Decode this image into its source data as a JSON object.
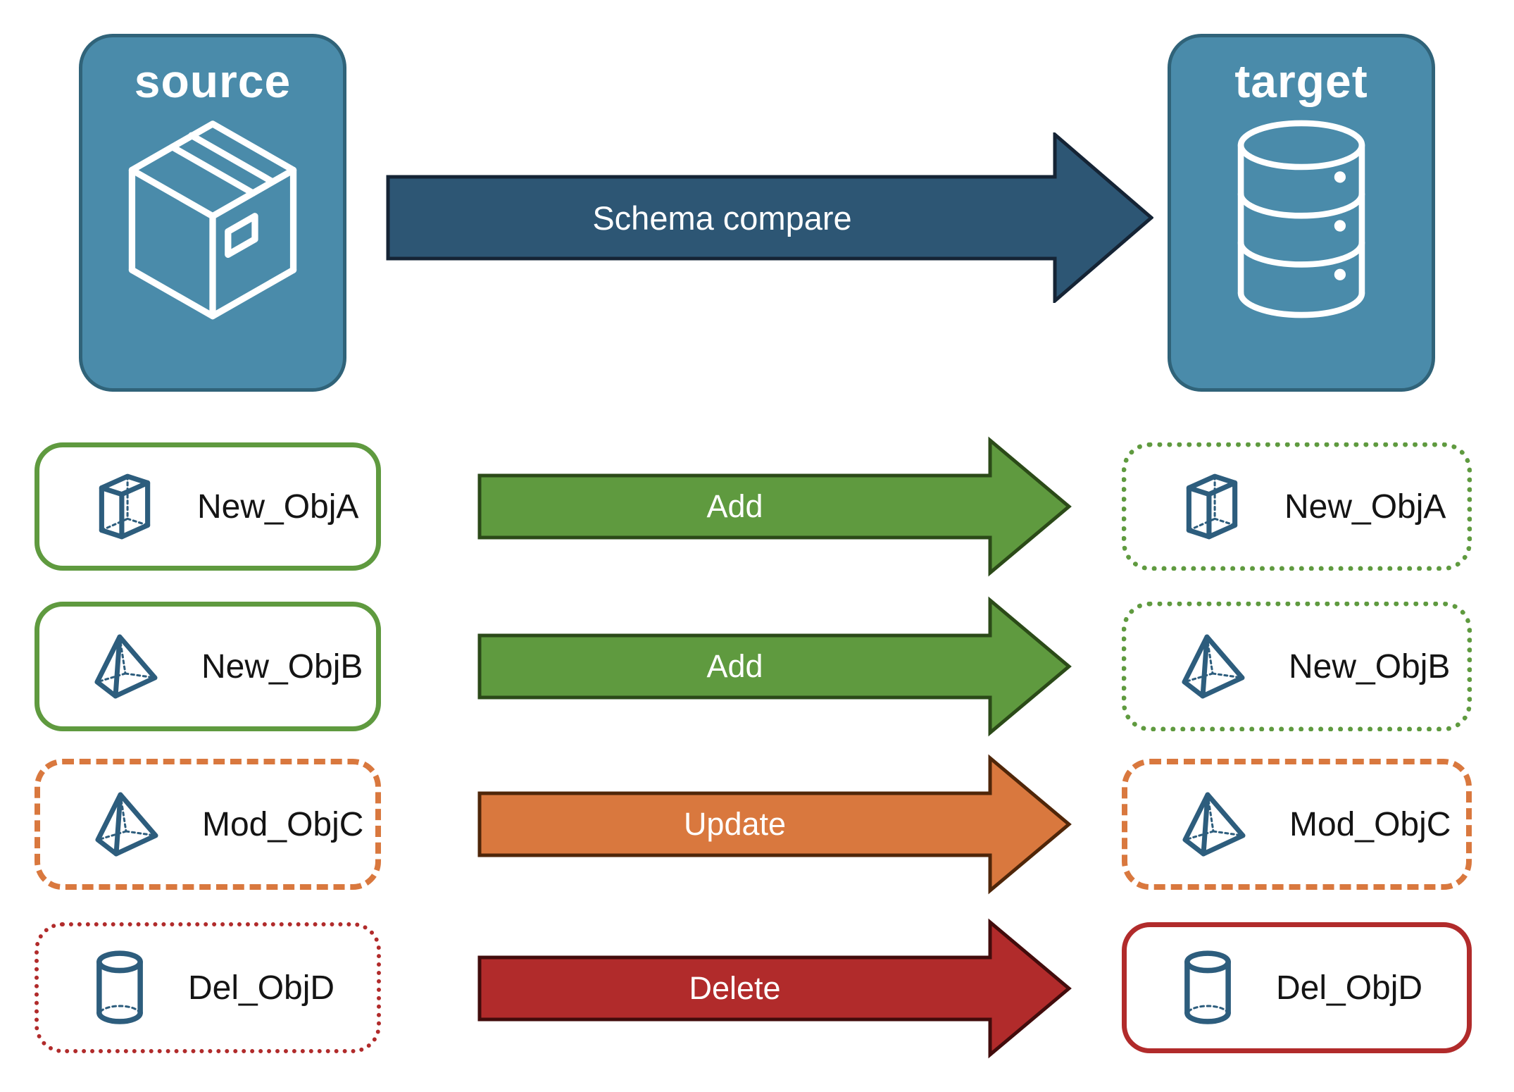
{
  "nodes": {
    "source": {
      "label": "source",
      "icon": "package-icon"
    },
    "target": {
      "label": "target",
      "icon": "database-icon"
    }
  },
  "compare_arrow": {
    "label": "Schema compare",
    "fill": "#2d5674",
    "border": "#152435"
  },
  "rows": [
    {
      "object": "New_ObjA",
      "action": "Add",
      "icon": "cube-icon",
      "source_border": "solid-green",
      "target_border": "dotted-green",
      "arrow_fill": "#5f9a3f"
    },
    {
      "object": "New_ObjB",
      "action": "Add",
      "icon": "pyramid-icon",
      "source_border": "solid-green",
      "target_border": "dotted-green",
      "arrow_fill": "#5f9a3f"
    },
    {
      "object": "Mod_ObjC",
      "action": "Update",
      "icon": "pyramid-icon",
      "source_border": "dashed-orange",
      "target_border": "dashed-orange",
      "arrow_fill": "#d9783e"
    },
    {
      "object": "Del_ObjD",
      "action": "Delete",
      "icon": "cylinder-icon",
      "source_border": "dotted-red",
      "target_border": "solid-red",
      "arrow_fill": "#b12b2b"
    }
  ],
  "colors": {
    "node_fill": "#4a8baa",
    "node_border": "#306379",
    "icon_stroke": "#2d5d7d",
    "green": "#5f9a3f",
    "orange": "#d9783e",
    "red": "#b12b2b",
    "compare_blue": "#2d5674",
    "arrow_text": "#ffffff",
    "item_text": "#141414"
  }
}
